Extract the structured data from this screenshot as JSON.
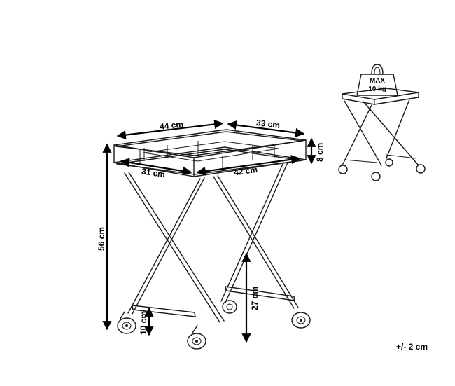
{
  "dimensions": {
    "width_top": "44 cm",
    "depth_top": "33 cm",
    "tray_height": "8 cm",
    "width_inner": "42 cm",
    "depth_inner": "31 cm",
    "total_height": "56 cm",
    "frame_height": "27 cm",
    "wheel_height": "10 cm"
  },
  "load": {
    "label": "MAX",
    "value": "10 kg"
  },
  "tolerance": "+/- 2 cm"
}
